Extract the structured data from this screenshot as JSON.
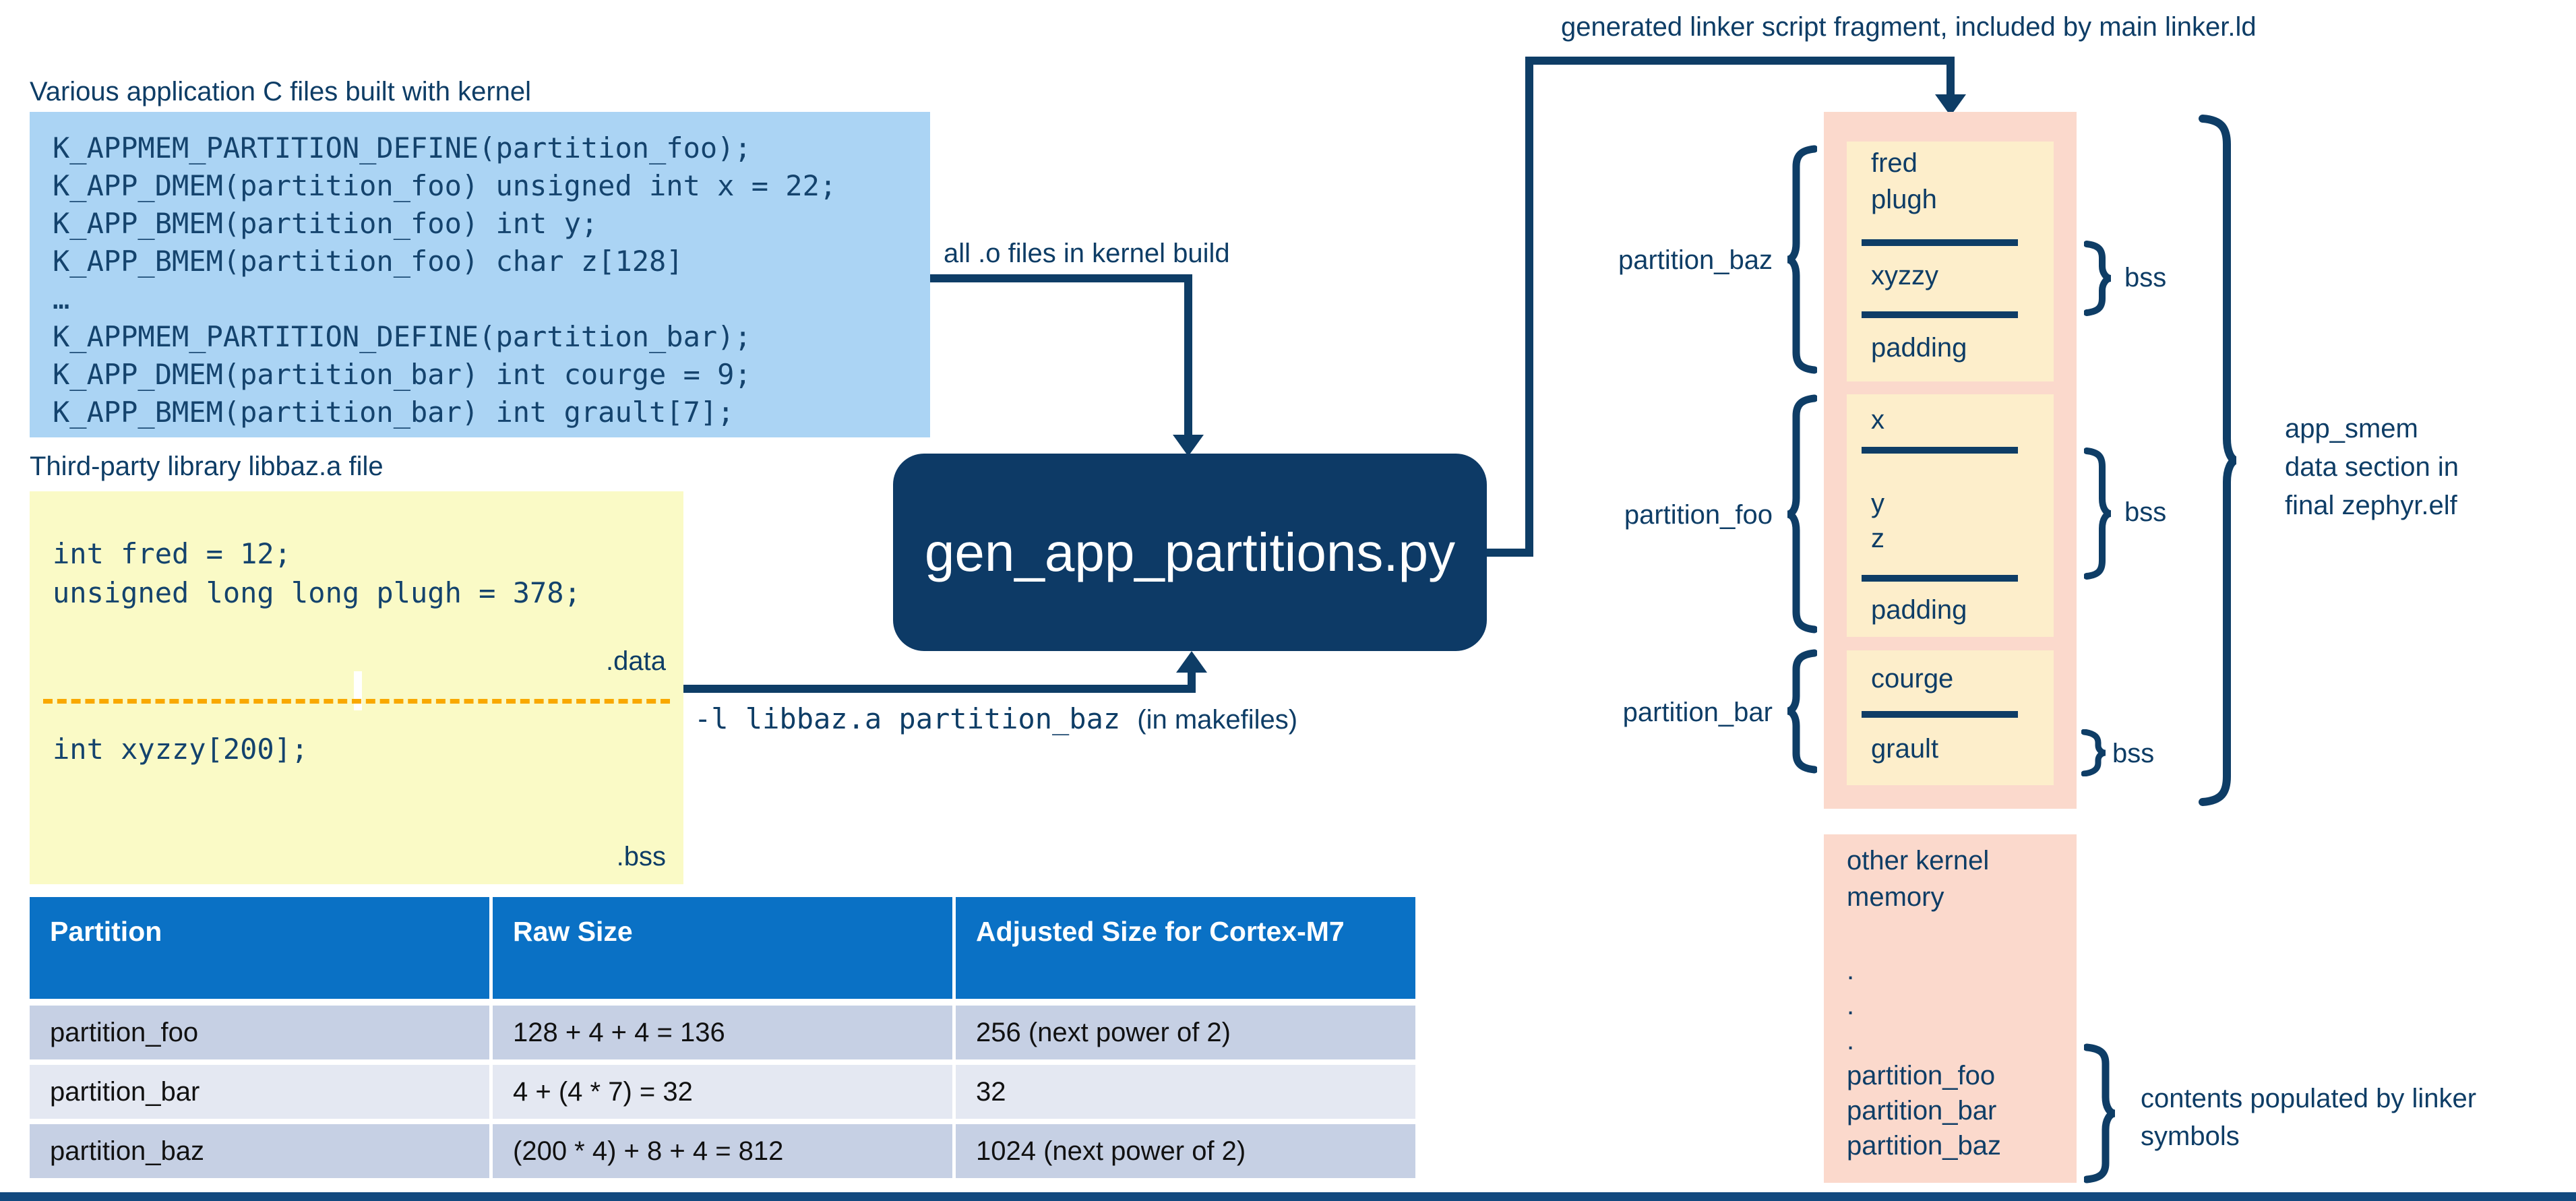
{
  "page": {
    "heading_app_files": "Various application C files built with kernel",
    "heading_third_party": "Third-party library libbaz.a file",
    "top_right_label": "generated linker script fragment, included by main linker.ld"
  },
  "code_block": {
    "lines": [
      "K_APPMEM_PARTITION_DEFINE(partition_foo);",
      "K_APP_DMEM(partition_foo) unsigned int x = 22;",
      "K_APP_BMEM(partition_foo) int y;",
      "K_APP_BMEM(partition_foo) char z[128]",
      "…",
      "K_APPMEM_PARTITION_DEFINE(partition_bar);",
      "K_APP_DMEM(partition_bar) int courge = 9;",
      "K_APP_BMEM(partition_bar) int grault[7];"
    ]
  },
  "lib_block": {
    "code_top": [
      "int fred = 12;",
      "unsigned long long plugh = 378;"
    ],
    "data_label": ".data",
    "code_bottom": "int xyzzy[200];",
    "bss_label": ".bss"
  },
  "arrows": {
    "objects_label": "all .o files in kernel build",
    "makefile_flag": "-l libbaz.a partition_baz",
    "makefile_note": "(in makefiles)"
  },
  "script_box": {
    "label": "gen_app_partitions.py"
  },
  "memory_map": {
    "partition_baz": {
      "label": "partition_baz",
      "items": [
        "fred",
        "plugh",
        "xyzzy",
        "padding"
      ]
    },
    "partition_foo": {
      "label": "partition_foo",
      "items": [
        "x",
        "y",
        "z",
        "padding"
      ]
    },
    "partition_bar": {
      "label": "partition_bar",
      "items": [
        "courge",
        "grault"
      ]
    },
    "bss_label": "bss",
    "app_smem_label": [
      "app_smem",
      "data section in",
      "final zephyr.elf"
    ]
  },
  "kernel_box": {
    "title": "other kernel memory",
    "dots": [
      ".",
      ".",
      "."
    ],
    "partitions": [
      "partition_foo",
      "partition_bar",
      "partition_baz"
    ],
    "brace_label": [
      "contents populated by linker",
      "symbols"
    ]
  },
  "table": {
    "headers": [
      "Partition",
      "Raw Size",
      "Adjusted Size for Cortex-M7"
    ],
    "rows": [
      [
        "partition_foo",
        "128 + 4 + 4 = 136",
        "256 (next power of 2)"
      ],
      [
        "partition_bar",
        "4 + (4 * 7) = 32",
        "32"
      ],
      [
        "partition_baz",
        "(200 * 4) + 8 + 4 = 812",
        "1024 (next power of 2)"
      ]
    ]
  },
  "colors": {
    "navy_text": "#0e3d66",
    "code_block_bg": "#abd4f4",
    "lib_block_bg": "#fafac6",
    "script_box_bg": "#0d3a66",
    "memory_outer_bg": "#fbd9cc",
    "memory_inner_bg": "#fdeecb",
    "table_header_bg": "#0a71c5",
    "table_row_dark_bg": "#c6d0e4",
    "table_row_light_bg": "#e4e8f2",
    "dashed_divider": "#f9a800",
    "footer_bar": "#12497f"
  }
}
